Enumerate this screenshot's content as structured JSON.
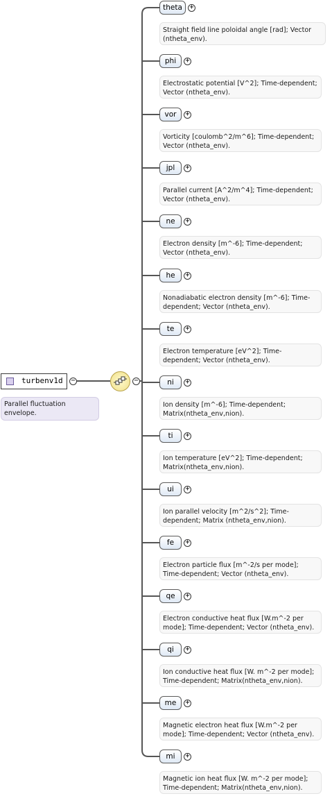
{
  "root": {
    "name": "turbenv1d",
    "doc": "Parallel fluctuation envelope."
  },
  "elements": [
    {
      "name": "theta",
      "doc": "Straight field line poloidal angle [rad]; Vector (ntheta_env)."
    },
    {
      "name": "phi",
      "doc": "Electrostatic potential [V^2]; Time-dependent; Vector (ntheta_env)."
    },
    {
      "name": "vor",
      "doc": "Vorticity [coulomb^2/m^6]; Time-dependent; Vector (ntheta_env)."
    },
    {
      "name": "jpl",
      "doc": "Parallel current [A^2/m^4]; Time-dependent; Vector (ntheta_env)."
    },
    {
      "name": "ne",
      "doc": "Electron density [m^-6]; Time-dependent; Vector (ntheta_env)."
    },
    {
      "name": "he",
      "doc": "Nonadiabatic electron density [m^-6]; Time-dependent; Vector (ntheta_env)."
    },
    {
      "name": "te",
      "doc": "Electron temperature [eV^2]; Time-dependent; Vector (ntheta_env)."
    },
    {
      "name": "ni",
      "doc": "Ion density [m^-6]; Time-dependent; Matrix(ntheta_env,nion)."
    },
    {
      "name": "ti",
      "doc": "Ion temperature [eV^2]; Time-dependent; Matrix(ntheta_env,nion)."
    },
    {
      "name": "ui",
      "doc": "Ion parallel velocity [m^2/s^2]; Time-dependent; Matrix (ntheta_env,nion)."
    },
    {
      "name": "fe",
      "doc": "Electron particle flux [m^-2/s per mode]; Time-dependent; Vector (ntheta_env)."
    },
    {
      "name": "qe",
      "doc": "Electron conductive heat flux [W.m^-2 per mode]; Time-dependent; Vector (ntheta_env)."
    },
    {
      "name": "qi",
      "doc": "Ion conductive heat flux [W. m^-2 per mode]; Time-dependent; Matrix(ntheta_env,nion)."
    },
    {
      "name": "me",
      "doc": "Magnetic electron heat flux [W.m^-2 per mode]; Time-dependent; Vector (ntheta_env)."
    },
    {
      "name": "mi",
      "doc": "Magnetic ion heat flux [W. m^-2 per mode]; Time-dependent; Matrix(ntheta_env,nion)."
    }
  ],
  "symbols": {
    "expand": "+",
    "collapse": "−"
  }
}
